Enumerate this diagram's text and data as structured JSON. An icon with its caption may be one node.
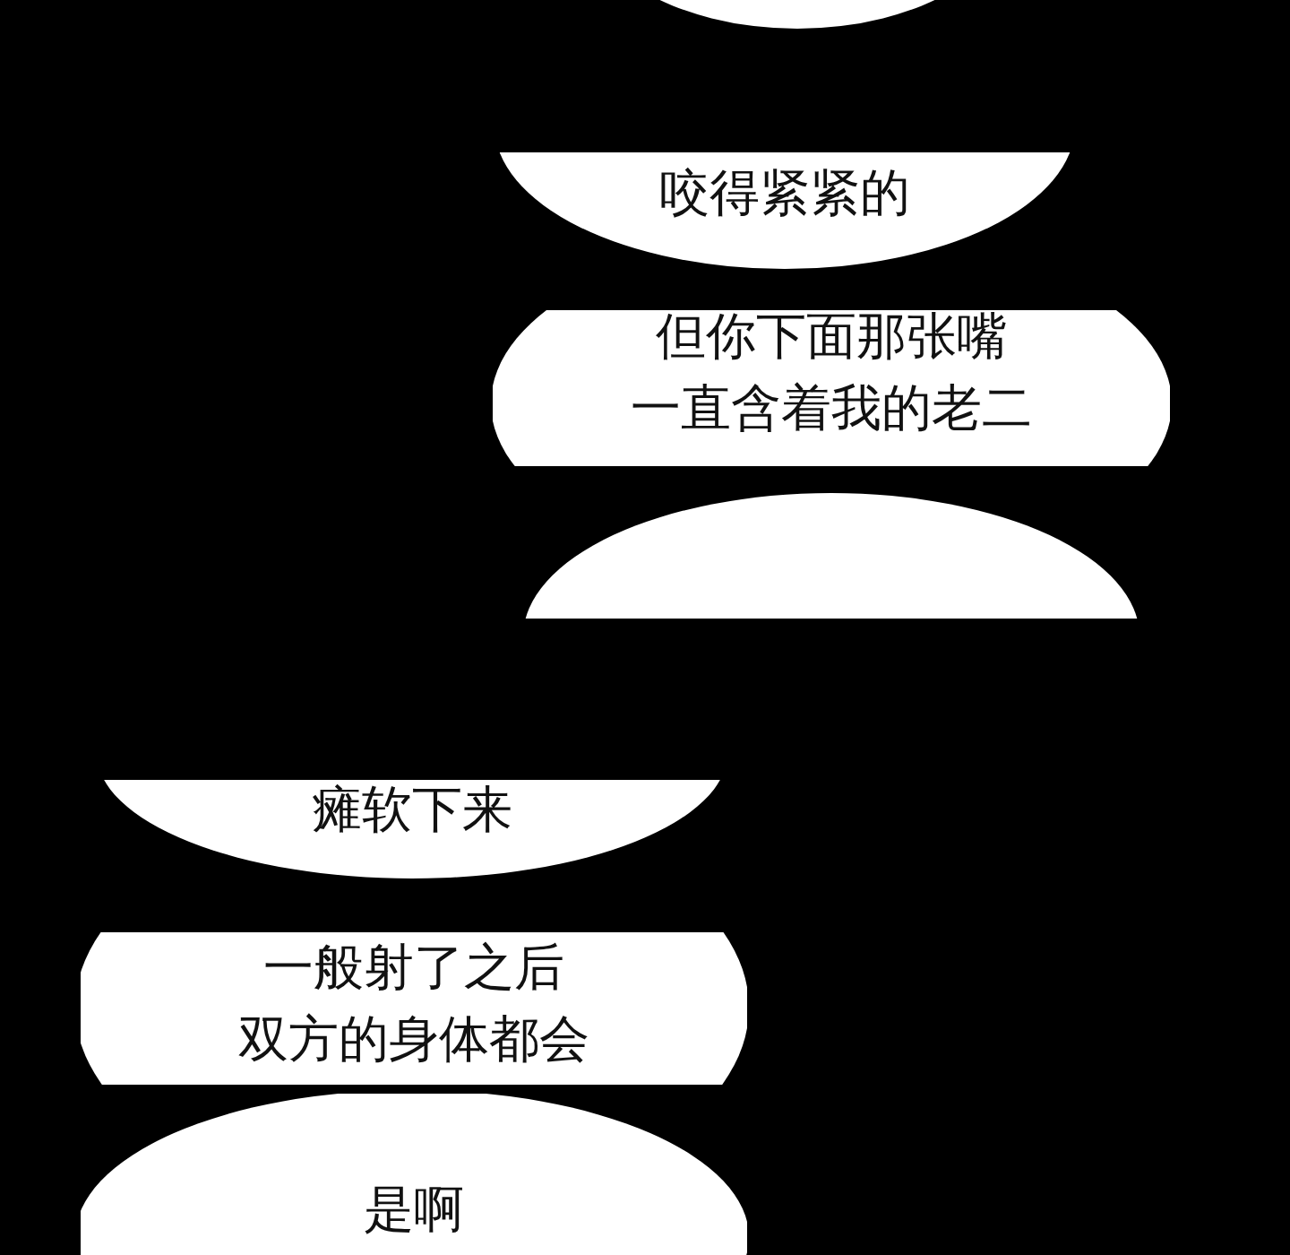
{
  "diagram": {
    "nodes": [
      {
        "text": [],
        "shape": "ellipse"
      },
      {
        "text": [
          "咬得紧紧的"
        ]
      },
      {
        "text": [
          "但你下面那张嘴一直含着我的老二"
        ]
      },
      {
        "text": [],
        "shape": "ellipse"
      },
      {
        "text": [
          "瘫软下来"
        ]
      },
      {
        "text": [
          "一般射了之后双方的身体都会"
        ]
      },
      {
        "text": [
          "是啊"
        ]
      }
    ]
  }
}
